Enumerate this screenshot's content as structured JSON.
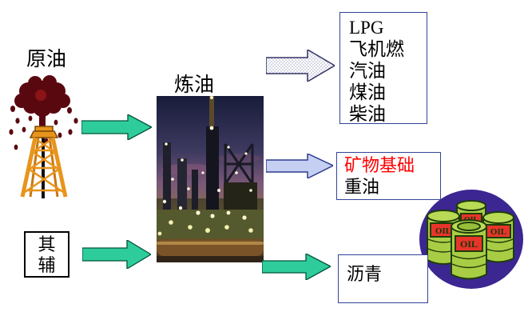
{
  "diagram": {
    "crude_oil_label": "原油",
    "refinery_label": "炼油",
    "products_box": {
      "line1": "LPG",
      "line2": "飞机燃",
      "line3": "汽油",
      "line4": "煤油",
      "line5": "柴油"
    },
    "mineral_box": {
      "line1": "矿物基础",
      "line2": "重油"
    },
    "asphalt_box": {
      "label": "沥青"
    },
    "auxiliary_box": {
      "line1": "其",
      "line2": "辅"
    },
    "barrel_label": "OIL"
  },
  "icons": {
    "oil_derrick": "oil-derrick-gusher-icon",
    "refinery_photo": "refinery-night-photo",
    "oil_barrels": "oil-barrels-in-circle-icon",
    "arrows": [
      "crude-to-refinery",
      "auxiliary-to-refinery",
      "refinery-to-products",
      "refinery-to-mineral",
      "refinery-to-asphalt"
    ]
  },
  "colors": {
    "arrow_green": "#2ecc9b",
    "arrow_green_border": "#00543a",
    "arrow_blue": "#c5cff2",
    "arrow_blue_border": "#2f3c8f",
    "arrow_dotted_fill": "#ffffff",
    "arrow_dotted_border": "#333366",
    "box_border_navy": "#334499",
    "box_border_black": "#000000",
    "mineral_text_red": "#ff0000",
    "circle_purple": "#3c2692",
    "barrel_green": "#a9cc45",
    "barrel_outline": "#1e3d08",
    "barrel_label_red": "#e8342a",
    "oil_dark_red": "#5a0810",
    "derrick_orange": "#e8941c"
  }
}
